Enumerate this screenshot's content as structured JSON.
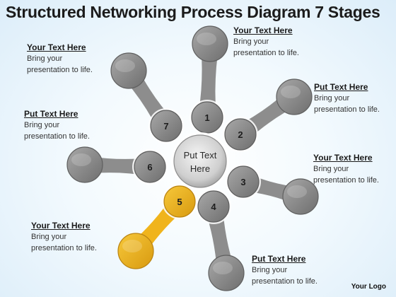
{
  "title": "Structured Networking Process Diagram 7 Stages",
  "center": {
    "line1": "Put Text",
    "line2": "Here"
  },
  "stages": [
    {
      "number": "1",
      "color": "#8d8d8d",
      "highlight": false
    },
    {
      "number": "2",
      "color": "#8d8d8d",
      "highlight": false
    },
    {
      "number": "3",
      "color": "#8d8d8d",
      "highlight": false
    },
    {
      "number": "4",
      "color": "#8d8d8d",
      "highlight": false
    },
    {
      "number": "5",
      "color": "#f0b41c",
      "highlight": true
    },
    {
      "number": "6",
      "color": "#8d8d8d",
      "highlight": false
    },
    {
      "number": "7",
      "color": "#8d8d8d",
      "highlight": false
    }
  ],
  "labels": [
    {
      "head": "Your Text Here",
      "line1": "Bring your",
      "line2": "presentation to life."
    },
    {
      "head": "Put Text Here",
      "line1": "Bring your",
      "line2": "presentation to life."
    },
    {
      "head": "Your Text Here",
      "line1": "Bring your",
      "line2": "presentation to life."
    },
    {
      "head": "Put Text Here",
      "line1": "Bring your",
      "line2": "presentation to life."
    },
    {
      "head": "Your Text Here",
      "line1": "Bring your",
      "line2": "presentation to life."
    },
    {
      "head": "Put Text Here",
      "line1": "Bring your",
      "line2": "presentation to life."
    },
    {
      "head": "Your Text Here",
      "line1": "Bring your",
      "line2": "presentation to life."
    }
  ],
  "logo": "Your Logo"
}
